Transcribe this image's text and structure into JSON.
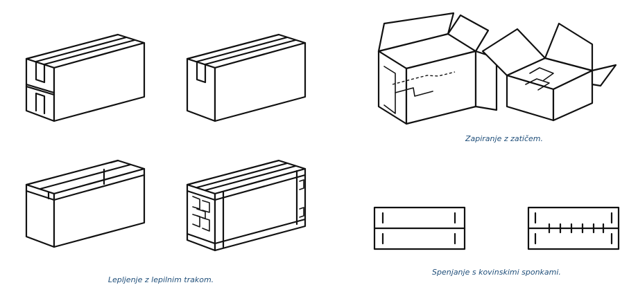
{
  "captions": {
    "tape": "Lepljenje z lepilnim trakom.",
    "tab": "Zapiranje z zatičem.",
    "staples": "Spenjanje s kovinskimi sponkami."
  },
  "colors": {
    "line": "#111111",
    "caption": "#1f4e79"
  }
}
